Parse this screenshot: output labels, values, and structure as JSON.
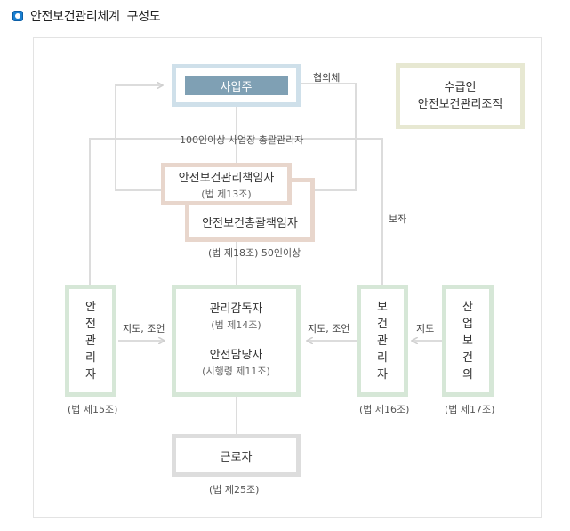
{
  "page": {
    "title_main": "안전보건관리체계",
    "title_sub": "구성도"
  },
  "diagram": {
    "owner": "사업주",
    "council": "협의체",
    "general_manager_label": "100인이상 사업장 총괄관리자",
    "subcontractor": {
      "line1": "수급인",
      "line2": "안전보건관리조직"
    },
    "safety_health_officer": {
      "name": "안전보건관리책임자",
      "law": "(법 제13조)"
    },
    "general_safety_officer": {
      "name": "안전보건총괄책임자"
    },
    "general_safety_law": "(법 제18조) 50인이상",
    "assist": "보좌",
    "safety_manager": {
      "name": "안전관리자",
      "law": "(법 제15조)"
    },
    "supervisor": {
      "name": "관리감독자",
      "law": "(법 제14조)"
    },
    "safety_staff": {
      "name": "안전담당자",
      "law": "(시행령 제11조)"
    },
    "health_manager": {
      "name": "보건관리자",
      "law": "(법 제16조)"
    },
    "industrial_doctor": {
      "name": "산업보건의",
      "law": "(법 제17조)"
    },
    "guide_advise_left": "지도, 조언",
    "guide_advise_right": "지도, 조언",
    "guide": "지도",
    "worker": {
      "name": "근로자",
      "law": "(법 제25조)"
    }
  }
}
